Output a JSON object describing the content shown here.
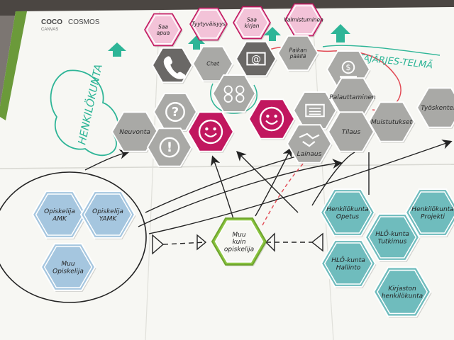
{
  "board": {
    "brand": "COCO",
    "brand_suffix": "COSMOS",
    "sub": "CANVAS"
  },
  "colors": {
    "board": "#f7f7f3",
    "grey": "#a9a9a6",
    "dark": "#6a6866",
    "pink": "#c1175f",
    "lightpink": "#f3c3d8",
    "blue": "#a5c6df",
    "teal": "#6fbcbd",
    "green": "#8bc441",
    "ink": "#232323",
    "accent": "#2eb597",
    "red": "#e24a55"
  },
  "hexes": [
    {
      "id": "saa-apua",
      "label": "Saa apua",
      "color": "lightpink"
    },
    {
      "id": "tyytyvaisyys",
      "label": "Tyytyväisyys",
      "color": "lightpink"
    },
    {
      "id": "saa-kirjan",
      "label": "Saa kirjan",
      "color": "lightpink"
    },
    {
      "id": "valmistuminen",
      "label": "Valmistuminen",
      "color": "lightpink"
    },
    {
      "id": "phone",
      "label": "",
      "color": "dark",
      "icon": "phone-icon"
    },
    {
      "id": "chat",
      "label": "Chat",
      "color": "grey"
    },
    {
      "id": "email",
      "label": "",
      "color": "dark",
      "icon": "email-icon"
    },
    {
      "id": "paikan-paalla",
      "label": "Paikan päällä",
      "color": "grey"
    },
    {
      "id": "money-back",
      "label": "",
      "color": "grey",
      "icon": "money-icon"
    },
    {
      "id": "group",
      "label": "",
      "color": "grey",
      "icon": "group-icon"
    },
    {
      "id": "question",
      "label": "",
      "color": "grey",
      "icon": "question-icon"
    },
    {
      "id": "neuvonta",
      "label": "Neuvonta",
      "color": "grey"
    },
    {
      "id": "exclaim",
      "label": "",
      "color": "grey",
      "icon": "exclaim-icon"
    },
    {
      "id": "smile-center",
      "label": "",
      "color": "pink",
      "icon": "smile-icon"
    },
    {
      "id": "smile-right",
      "label": "",
      "color": "pink",
      "icon": "smile-icon"
    },
    {
      "id": "document",
      "label": "",
      "color": "grey",
      "icon": "document-icon"
    },
    {
      "id": "palauttaminen",
      "label": "Palauttaminen",
      "color": "grey"
    },
    {
      "id": "muistutukset",
      "label": "Muistutukset",
      "color": "grey"
    },
    {
      "id": "lainaus",
      "label": "Lainaus",
      "color": "grey",
      "icon": "handshake-icon"
    },
    {
      "id": "tilaus",
      "label": "Tilaus",
      "color": "grey"
    },
    {
      "id": "tyoskentely",
      "label": "Työskentely",
      "color": "grey"
    },
    {
      "id": "opiskelija-amk",
      "label": "Opiskelija AMK",
      "color": "blue"
    },
    {
      "id": "opiskelija-yamk",
      "label": "Opiskelija YAMK",
      "color": "blue"
    },
    {
      "id": "muu-opiskelija",
      "label": "Muu Opiskelija",
      "color": "blue"
    },
    {
      "id": "muu-kuin-opiskelija",
      "label": "Muu kuin opiskelija",
      "color": "green"
    },
    {
      "id": "henkilokunta-opetus",
      "label": "Henkilökunta Opetus",
      "color": "teal"
    },
    {
      "id": "hlo-tutkimus",
      "label": "HLÖ-kunta Tutkimus",
      "color": "teal"
    },
    {
      "id": "henkilokunta-projekti",
      "label": "Henkilökunta Projekti",
      "color": "teal"
    },
    {
      "id": "hlo-hallinto",
      "label": "HLÖ-kunta Hallinto",
      "color": "teal"
    },
    {
      "id": "kirjaston-henkilokunta",
      "label": "Kirjaston henkilökunta",
      "color": "teal"
    }
  ],
  "annotations": [
    {
      "id": "henkilokunta-vertical",
      "text": "HENKILÖKUNTA"
    },
    {
      "id": "taustajarjestelma",
      "text": "TAUSTAJÄRJES-TELMÄ"
    }
  ]
}
